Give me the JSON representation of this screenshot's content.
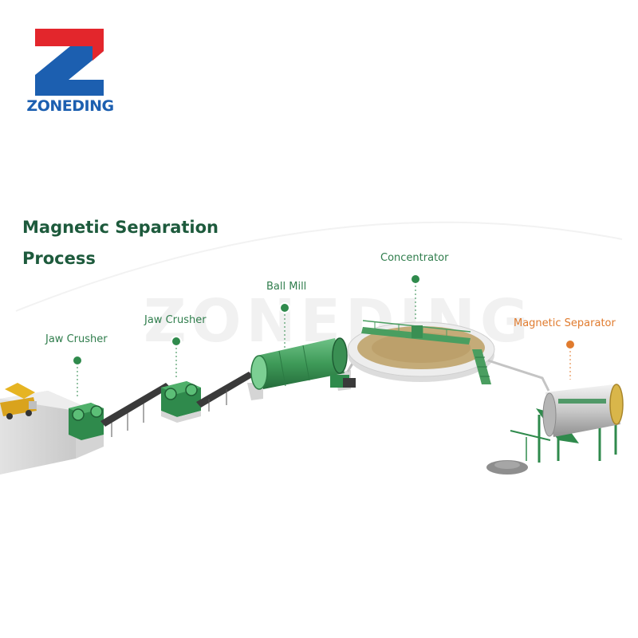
{
  "logo": {
    "text": "ZONEDING",
    "colors": {
      "red": "#e3262c",
      "blue": "#1c5fb0"
    }
  },
  "title": {
    "line1": "Magnetic Separation",
    "line2": "Process"
  },
  "watermark": "ZONEDING",
  "equipment": [
    {
      "label": "Jaw Crusher",
      "color": "#2f8a4c"
    },
    {
      "label": "Jaw Crusher",
      "color": "#2f8a4c"
    },
    {
      "label": "Ball Mill",
      "color": "#2f8a4c"
    },
    {
      "label": "Concentrator",
      "color": "#2f8a4c"
    },
    {
      "label": "Magnetic Separator",
      "color": "#e07b2e"
    }
  ],
  "colors": {
    "accent": "#2f8a4c",
    "highlight": "#e07b2e",
    "title": "#1d5a3c"
  }
}
